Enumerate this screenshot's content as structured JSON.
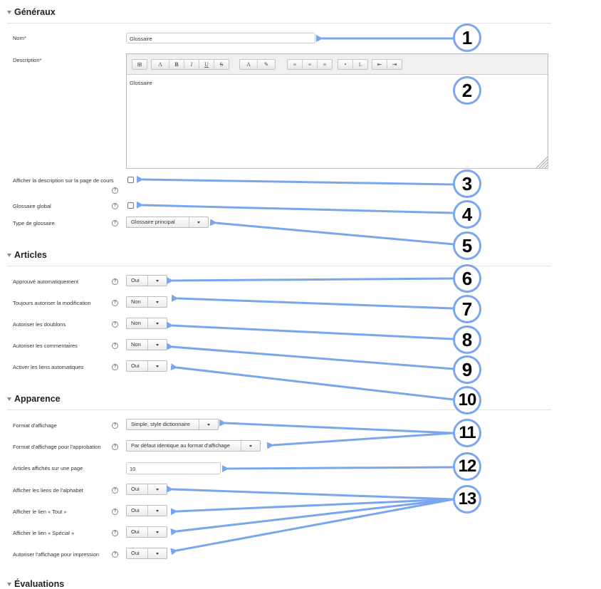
{
  "sections": {
    "generaux": "Généraux",
    "articles": "Articles",
    "apparence": "Apparence",
    "evaluations": "Évaluations"
  },
  "help_glyph": "?",
  "required_mark": "*",
  "fields": {
    "nom": {
      "label": "Nom",
      "value": "Glossaire"
    },
    "description": {
      "label": "Description",
      "value": "Glossaire"
    },
    "afficher_description": {
      "label": "Afficher la description sur la page de cours",
      "checked": false
    },
    "glossaire_global": {
      "label": "Glossaire global",
      "checked": false
    },
    "type_glossaire": {
      "label": "Type de glossaire",
      "value": "Glossaire principal"
    },
    "approuve_auto": {
      "label": "Approuvé automatiquement",
      "value": "Oui"
    },
    "toujours_modif": {
      "label": "Toujours autoriser la modification",
      "value": "Non"
    },
    "autoriser_doublons": {
      "label": "Autoriser les doublons",
      "value": "Non"
    },
    "autoriser_commentaires": {
      "label": "Autoriser les commentaires",
      "value": "Non"
    },
    "liens_auto": {
      "label": "Activer les liens automatiques",
      "value": "Oui"
    },
    "format_affichage": {
      "label": "Format d'affichage",
      "value": "Simple, style dictionnaire"
    },
    "format_approbation": {
      "label": "Format d'affichage pour l'approbation",
      "value": "Par défaut identique au format d'affichage"
    },
    "articles_par_page": {
      "label": "Articles affichés sur une page",
      "value": "10"
    },
    "liens_alphabet": {
      "label": "Afficher les liens de l'alphabet",
      "value": "Oui"
    },
    "lien_tout": {
      "label": "Afficher le lien « Tout »",
      "value": "Oui"
    },
    "lien_special": {
      "label": "Afficher le lien « Spécial »",
      "value": "Oui"
    },
    "impression": {
      "label": "Autoriser l'affichage pour impression",
      "value": "Oui"
    }
  },
  "toolbar": [
    "⊞",
    "A",
    "B",
    "I",
    "U",
    "S",
    "A",
    "✎",
    "≡",
    "≡",
    "≡",
    "•",
    "1.",
    "⇤",
    "⇥"
  ],
  "callouts": [
    "1",
    "2",
    "3",
    "4",
    "5",
    "6",
    "7",
    "8",
    "9",
    "10",
    "11",
    "12",
    "13"
  ],
  "arrow_color": "#7aa7ec"
}
